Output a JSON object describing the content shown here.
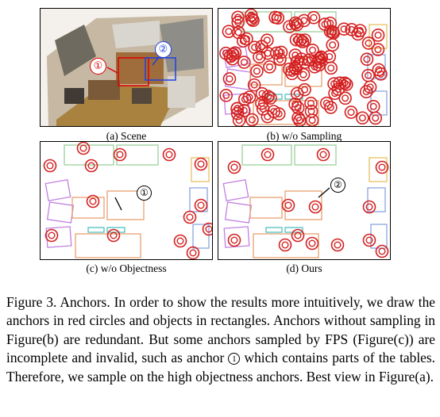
{
  "panels": {
    "a": {
      "label": "(a) Scene",
      "callouts": [
        "①",
        "②"
      ]
    },
    "b": {
      "label": "(b) w/o Sampling"
    },
    "c": {
      "label": "(c) w/o Objectness",
      "callouts": [
        "①"
      ]
    },
    "d": {
      "label": "(d) Ours",
      "callouts": [
        "②"
      ]
    }
  },
  "colors": {
    "anchor": "#d42020",
    "rect_orange": "#e8a070",
    "rect_green": "#9cd09a",
    "rect_violet": "#c080e0",
    "rect_blue": "#8aa4e0",
    "rect_teal": "#50c0c0",
    "rect_yellow": "#e8c060",
    "callout_red": "#e00000",
    "callout_blue": "#2040e0"
  },
  "caption": {
    "part1": "Figure 3.  Anchors.  In order to show the results more intuitively, we draw the anchors in red circles and objects in rectangles. Anchors without sampling in Figure(b) are redundant. But some anchors sampled by FPS (Figure(c)) are incomplete and invalid, such as anchor ",
    "marker": "1",
    "part2": " which contains parts of the tables. Therefore, we sample on the high objectness anchors. Best view in Figure(a)."
  }
}
